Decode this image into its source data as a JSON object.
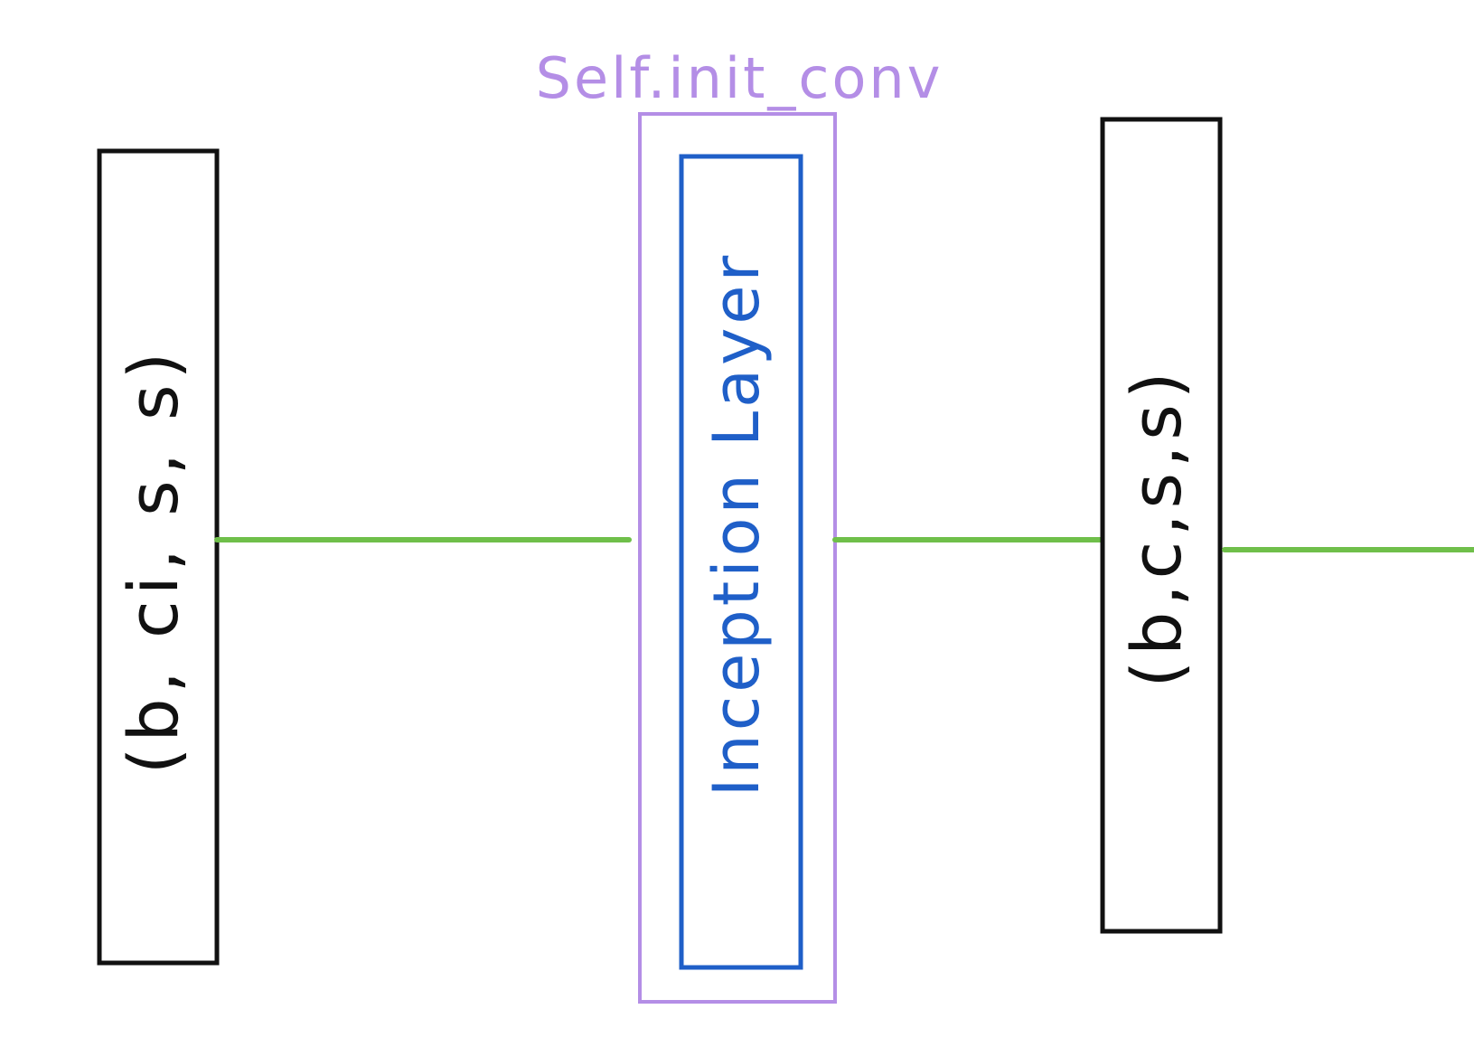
{
  "diagram": {
    "module_label": "Self.init_conv",
    "input_tensor_label": "(b, ci, s, s)",
    "layer_label": "Inception Layer",
    "output_tensor_label": "(b,c,s,s)"
  },
  "colors": {
    "tensor_border": "#111111",
    "module_border": "#b48ee6",
    "module_label": "#b48ee6",
    "layer_border": "#1f5fc8",
    "layer_label": "#1f5fc8",
    "connector": "#6fbf4a",
    "background": "#ffffff"
  }
}
